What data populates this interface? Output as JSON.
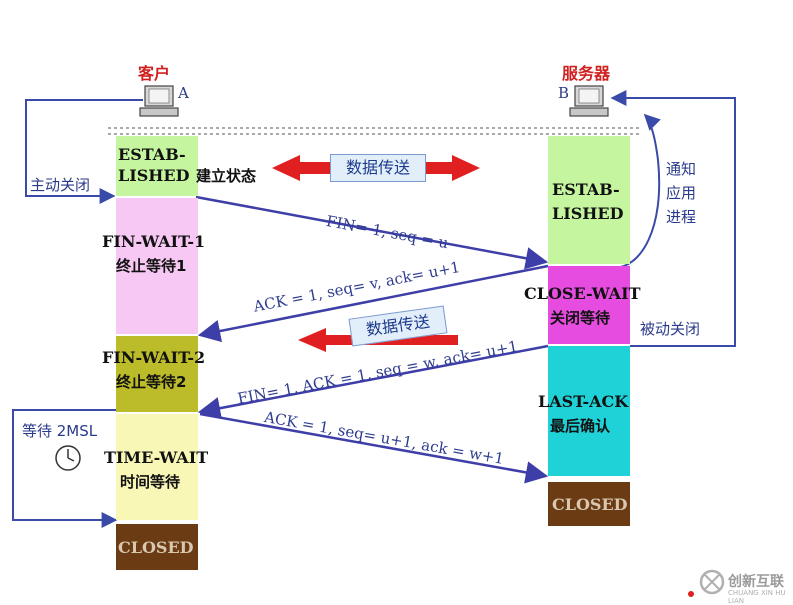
{
  "client": {
    "title": "客户",
    "letter": "A"
  },
  "server": {
    "title": "服务器",
    "letter": "B"
  },
  "client_states": {
    "established_1": "ESTAB-",
    "established_2": "LISHED",
    "established_suffix": "建立状态",
    "fin_wait_1_a": "FIN-WAIT-1",
    "fin_wait_1_b": "终止等待1",
    "fin_wait_2_a": "FIN-WAIT-2",
    "fin_wait_2_b": "终止等待2",
    "time_wait_a": "TIME-WAIT",
    "time_wait_b": "时间等待",
    "closed": "CLOSED"
  },
  "server_states": {
    "established_1": "ESTAB-",
    "established_2": "LISHED",
    "close_wait_a": "CLOSE-WAIT",
    "close_wait_b": "关闭等待",
    "last_ack_a": "LAST-ACK",
    "last_ack_b": "最后确认",
    "closed": "CLOSED"
  },
  "side_labels": {
    "active_close": "主动关闭",
    "notify_1": "通知",
    "notify_2": "应用",
    "notify_3": "进程",
    "passive_close": "被动关闭",
    "wait_2msl": "等待 2MSL"
  },
  "data_transfer": {
    "label_top": "数据传送",
    "label_mid": "数据传送"
  },
  "messages": {
    "fin1": "FIN= 1, seq = u",
    "ack1": "ACK = 1, seq= v, ack= u+1",
    "fin2": "FIN= 1, ACK = 1, seq = w, ack= u+1",
    "ack2": "ACK = 1, seq= u+1, ack = w+1"
  },
  "watermark": {
    "text": "创新互联",
    "sub": "CHUANG XIN HU LIAN"
  },
  "colors": {
    "established": "#c6f5a0",
    "fin_wait_1": "#f7c8f3",
    "fin_wait_2": "#bcbc2a",
    "time_wait": "#f8f7b6",
    "closed": "#6b3b14",
    "close_wait": "#e74ce0",
    "last_ack": "#1fd2d8",
    "arrow": "#3e3ea8",
    "red": "#e02020"
  }
}
